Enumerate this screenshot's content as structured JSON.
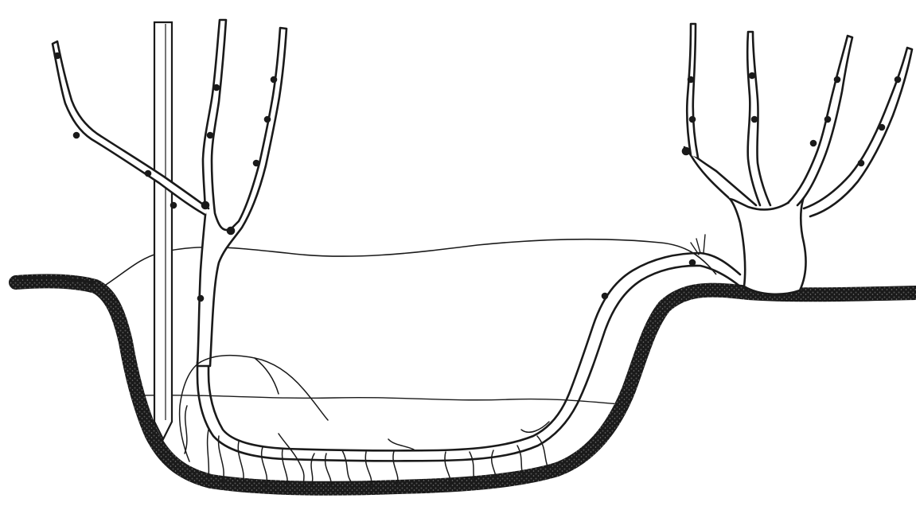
{
  "illustration": {
    "ink_color": "#1a1a1a",
    "paper_color": "#ffffff",
    "elements": [
      "ground-surface",
      "trench",
      "support-stake",
      "mother-vine",
      "layered-cane",
      "new-vine-shoot",
      "root-mass",
      "soil-fill-level-line",
      "mound-outline"
    ]
  }
}
